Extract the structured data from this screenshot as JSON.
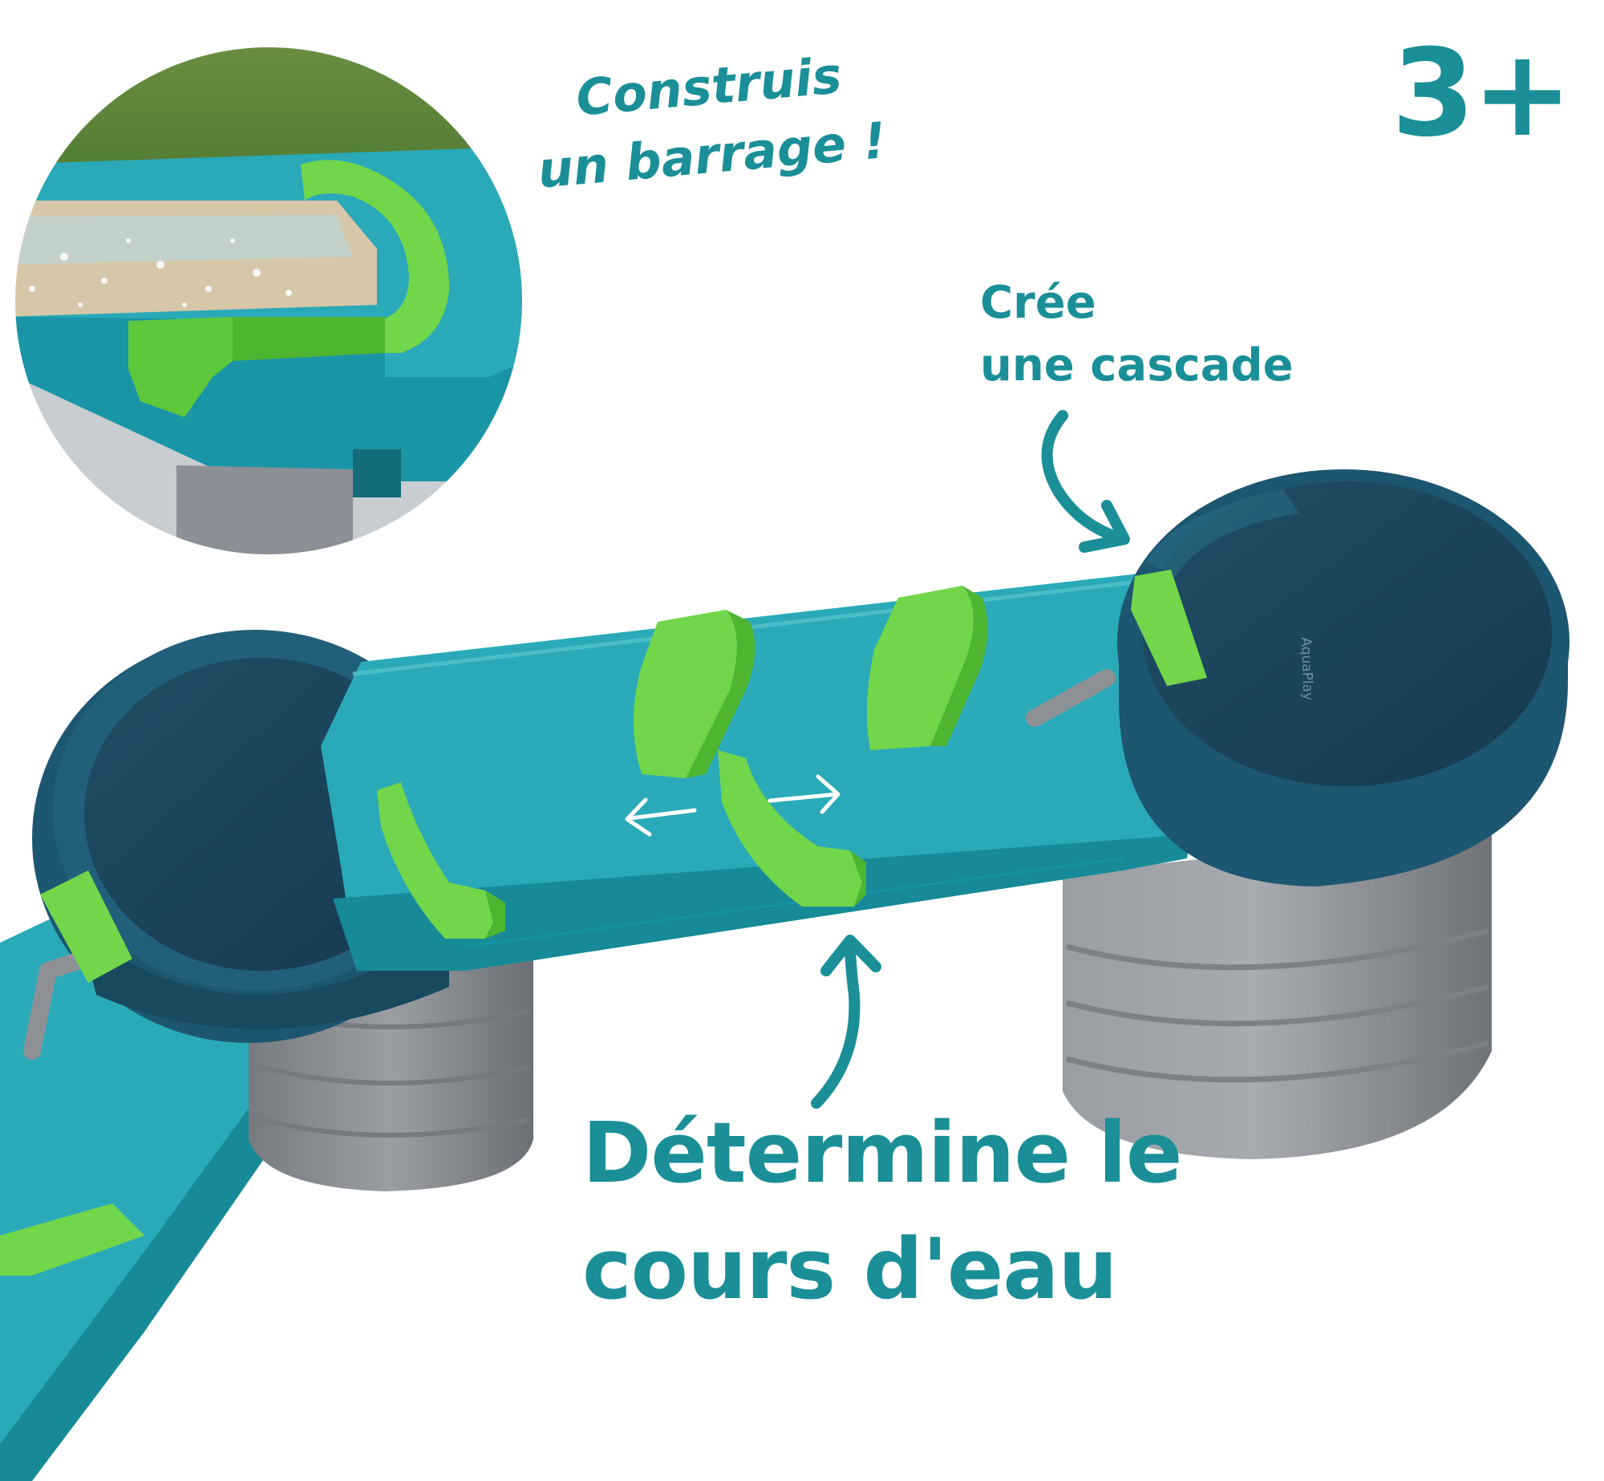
{
  "age_badge": "3+",
  "callouts": {
    "dam_line1": "Construis",
    "dam_line2": "un barrage !",
    "waterfall_line1": "Crée",
    "waterfall_line2": "une cascade",
    "flow_line1": "Détermine le",
    "flow_line2": "cours d'eau"
  },
  "product_brand": "AquaPlay",
  "colors": {
    "text_teal": "#1a8f97",
    "channel_teal": "#2aaab8",
    "channel_dark": "#178a98",
    "bowl_navy": "#1d5670",
    "bowl_inner": "#173f57",
    "barrier_green": "#72d64a",
    "barrier_dark": "#4eb531",
    "base_grey": "#8d9196",
    "grass_green": "#5f8a3a"
  },
  "icons": [
    "left-arrow-icon",
    "right-arrow-icon",
    "curved-arrow-icon"
  ]
}
